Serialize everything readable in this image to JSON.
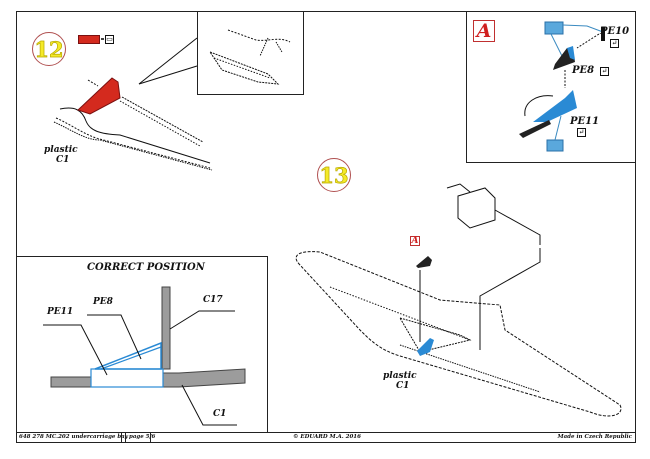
{
  "steps": {
    "step12": {
      "number": "12",
      "part_label": "plastic",
      "part_code": "C1",
      "paint_icon": "red-color-swatch",
      "colors": {
        "part": "#d42a1e"
      }
    },
    "step13": {
      "number": "13",
      "part_label": "plastic",
      "part_code": "C1",
      "subassembly_ref": "A",
      "colors": {
        "pe_part": "#2a8ad4"
      }
    }
  },
  "inset_a": {
    "title": "A",
    "parts": [
      {
        "code": "PE10",
        "icon": "bend-icon"
      },
      {
        "code": "PE8",
        "icon": "bend-icon"
      },
      {
        "code": "PE11",
        "icon": "bend-icon"
      }
    ],
    "glue_icon": "superglue-icon"
  },
  "correct_position": {
    "title": "CORRECT POSITION",
    "labels": {
      "pe11": "PE11",
      "pe8": "PE8",
      "c17": "C17",
      "c1": "C1"
    },
    "colors": {
      "plastic": "#9c9c9c",
      "photoetch": "#2a8ad4"
    }
  },
  "footer": {
    "product": "648 278  MC.202 undercarriage bay",
    "page": "page 5/6",
    "copyright": "© EDUARD M.A. 2016",
    "origin": "Made in Czech Republic"
  }
}
